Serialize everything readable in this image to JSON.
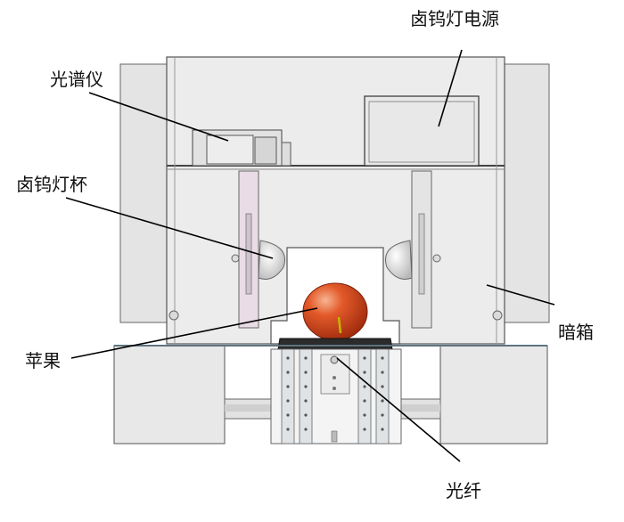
{
  "labels": {
    "halogen_power": "卤钨灯电源",
    "spectrometer": "光谱仪",
    "halogen_cup": "卤钨灯杯",
    "dark_box": "暗箱",
    "apple": "苹果",
    "fiber": "光纤"
  },
  "colors": {
    "panel": "#e6e6e6",
    "panel_dark": "#d8d8d8",
    "outline": "#555555",
    "apple_body": "#d9481c",
    "apple_highlight": "#f3a57c",
    "tray": "#2b2b2b",
    "leader": "#000000"
  }
}
